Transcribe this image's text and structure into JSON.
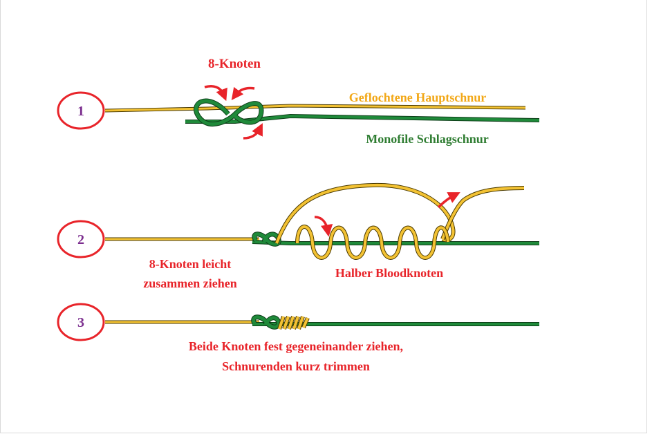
{
  "steps": [
    {
      "number": "1"
    },
    {
      "number": "2"
    },
    {
      "number": "3"
    }
  ],
  "labels": {
    "knot_title": "8-Knoten",
    "braided_line": "Geflochtene Hauptschnur",
    "mono_line": "Monofile Schlagschnur",
    "step2_left_line1": "8-Knoten leicht",
    "step2_left_line2": "zusammen ziehen",
    "step2_right": "Halber Bloodknoten",
    "step3_line1": "Beide Knoten fest gegeneinander ziehen,",
    "step3_line2": "Schnurenden kurz trimmen"
  },
  "colors": {
    "braid": "#f3c233",
    "mono": "#1f8a3a",
    "accent_red": "#e8242a",
    "number_purple": "#7b2d8e",
    "braid_text": "#f2a818",
    "mono_text": "#2f7d32"
  }
}
